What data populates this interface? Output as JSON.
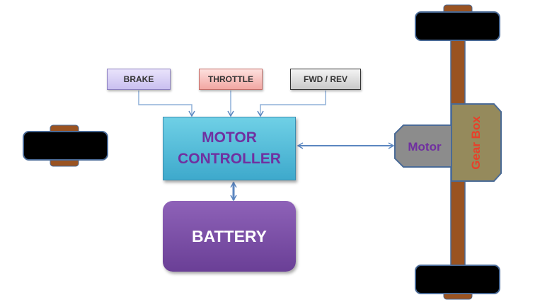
{
  "diagram": {
    "inputs": [
      {
        "label": "BRAKE"
      },
      {
        "label": "THROTTLE"
      },
      {
        "label": "FWD / REV"
      }
    ],
    "controller": {
      "line1": "MOTOR",
      "line2": "CONTROLLER"
    },
    "battery": {
      "label": "BATTERY"
    },
    "motor": {
      "label": "Motor"
    },
    "gearbox": {
      "label": "Gear Box"
    },
    "colors": {
      "controller_fill": "#4bb8d6",
      "controller_text": "#7030a0",
      "battery_fill": "#7a4fa8",
      "connector": "#5b86c0",
      "wheel": "#000000",
      "axle": "#9a5321",
      "motor_fill": "#8c8c8c",
      "gearbox_fill": "#958a5c",
      "gearbox_text": "#e8402a"
    }
  }
}
